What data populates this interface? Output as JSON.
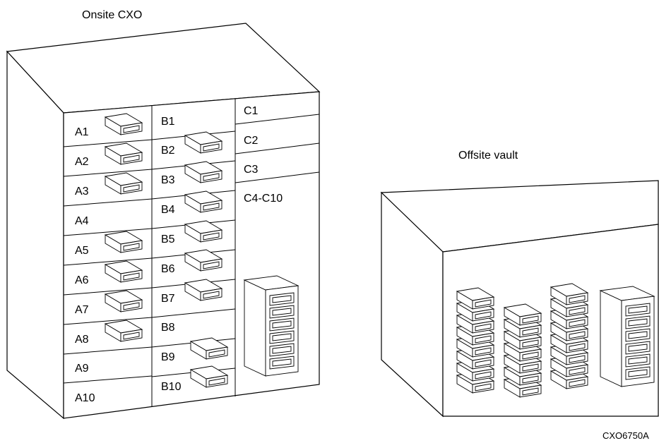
{
  "onsite": {
    "title": "Onsite CXO",
    "column_a": [
      "A1",
      "A2",
      "A3",
      "A4",
      "A5",
      "A6",
      "A7",
      "A8",
      "A9",
      "A10"
    ],
    "column_b": [
      "B1",
      "B2",
      "B3",
      "B4",
      "B5",
      "B6",
      "B7",
      "B8",
      "B9",
      "B10"
    ],
    "column_c": [
      "C1",
      "C2",
      "C3",
      "C4-C10"
    ]
  },
  "offsite": {
    "title": "Offsite vault"
  },
  "figure_id": "CXO6750A"
}
